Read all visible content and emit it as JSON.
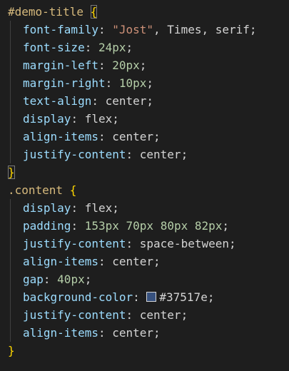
{
  "rule1": {
    "selector": "#demo-title",
    "open_brace": "{",
    "close_brace": "}",
    "decls": [
      {
        "prop": "font-family",
        "parts": [
          {
            "t": "str",
            "v": "\"Jost\""
          },
          {
            "t": "val",
            "v": ", Times, serif"
          }
        ]
      },
      {
        "prop": "font-size",
        "parts": [
          {
            "t": "num",
            "v": "24px"
          }
        ]
      },
      {
        "prop": "margin-left",
        "parts": [
          {
            "t": "num",
            "v": "20px"
          }
        ]
      },
      {
        "prop": "margin-right",
        "parts": [
          {
            "t": "num",
            "v": "10px"
          }
        ]
      },
      {
        "prop": "text-align",
        "parts": [
          {
            "t": "val",
            "v": "center"
          }
        ]
      },
      {
        "prop": "display",
        "parts": [
          {
            "t": "val",
            "v": "flex"
          }
        ]
      },
      {
        "prop": "align-items",
        "parts": [
          {
            "t": "val",
            "v": "center"
          }
        ]
      },
      {
        "prop": "justify-content",
        "parts": [
          {
            "t": "val",
            "v": "center"
          }
        ]
      }
    ]
  },
  "rule2": {
    "selector": ".content",
    "open_brace": "{",
    "close_brace": "}",
    "decls": [
      {
        "prop": "display",
        "parts": [
          {
            "t": "val",
            "v": "flex"
          }
        ]
      },
      {
        "prop": "padding",
        "parts": [
          {
            "t": "num",
            "v": "153px"
          },
          {
            "t": "val",
            "v": " "
          },
          {
            "t": "num",
            "v": "70px"
          },
          {
            "t": "val",
            "v": " "
          },
          {
            "t": "num",
            "v": "80px"
          },
          {
            "t": "val",
            "v": " "
          },
          {
            "t": "num",
            "v": "82px"
          }
        ]
      },
      {
        "prop": "justify-content",
        "parts": [
          {
            "t": "val",
            "v": "space-between"
          }
        ]
      },
      {
        "prop": "align-items",
        "parts": [
          {
            "t": "val",
            "v": "center"
          }
        ]
      },
      {
        "prop": "gap",
        "parts": [
          {
            "t": "num",
            "v": "40px"
          }
        ]
      },
      {
        "prop": "background-color",
        "parts": [
          {
            "t": "swatch",
            "v": "#37517e"
          },
          {
            "t": "val",
            "v": "#37517e"
          }
        ]
      },
      {
        "prop": "justify-content",
        "parts": [
          {
            "t": "val",
            "v": "center"
          }
        ]
      },
      {
        "prop": "align-items",
        "parts": [
          {
            "t": "val",
            "v": "center"
          }
        ]
      }
    ]
  },
  "colors": {
    "background": "#1e1e1e",
    "selector": "#d7ba7d",
    "brace": "#ffd700",
    "property": "#9cdcfe",
    "string": "#ce9178",
    "number": "#b5cea8",
    "swatch": "#37517e"
  }
}
